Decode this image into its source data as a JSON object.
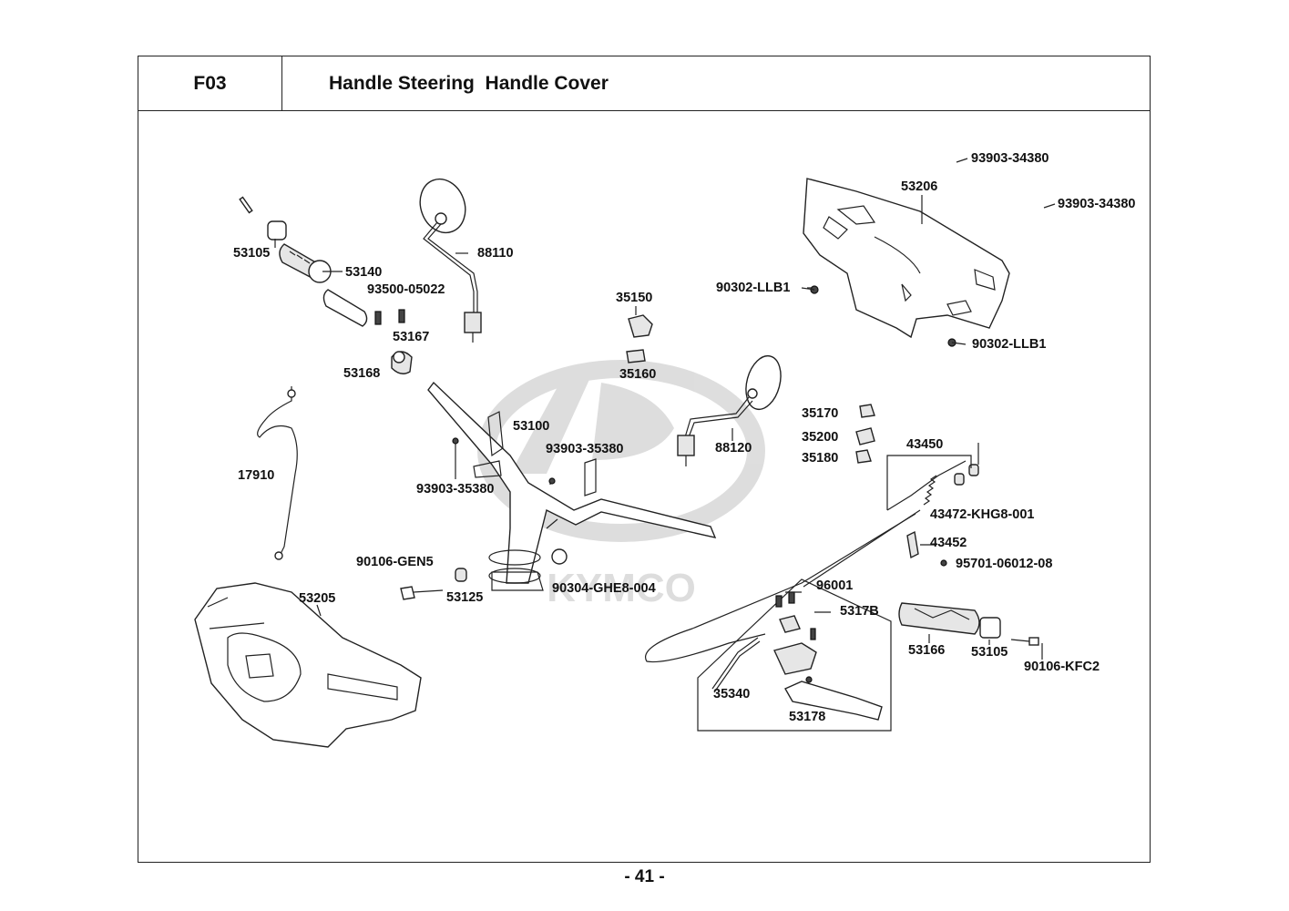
{
  "header": {
    "code": "F03",
    "title": "Handle Steering  Handle Cover"
  },
  "watermark": "KYMCO",
  "page_number": "- 41 -",
  "parts": [
    {
      "id": "p-93903-34380-a",
      "label": "93903-34380"
    },
    {
      "id": "p-53206",
      "label": "53206"
    },
    {
      "id": "p-93903-34380-b",
      "label": "93903-34380"
    },
    {
      "id": "p-88110",
      "label": "88110"
    },
    {
      "id": "p-53105-a",
      "label": "53105"
    },
    {
      "id": "p-53140",
      "label": "53140"
    },
    {
      "id": "p-93500-05022",
      "label": "93500-05022"
    },
    {
      "id": "p-35150",
      "label": "35150"
    },
    {
      "id": "p-90302-llb1-a",
      "label": "90302-LLB1"
    },
    {
      "id": "p-53167",
      "label": "53167"
    },
    {
      "id": "p-90302-llb1-b",
      "label": "90302-LLB1"
    },
    {
      "id": "p-53168",
      "label": "53168"
    },
    {
      "id": "p-35160",
      "label": "35160"
    },
    {
      "id": "p-35170",
      "label": "35170"
    },
    {
      "id": "p-53100",
      "label": "53100"
    },
    {
      "id": "p-35200",
      "label": "35200"
    },
    {
      "id": "p-43450",
      "label": "43450"
    },
    {
      "id": "p-88120",
      "label": "88120"
    },
    {
      "id": "p-93903-35380-a",
      "label": "93903-35380"
    },
    {
      "id": "p-35180",
      "label": "35180"
    },
    {
      "id": "p-17910",
      "label": "17910"
    },
    {
      "id": "p-93903-35380-b",
      "label": "93903-35380"
    },
    {
      "id": "p-43472-khg8-001",
      "label": "43472-KHG8-001"
    },
    {
      "id": "p-43452",
      "label": "43452"
    },
    {
      "id": "p-90106-gen5",
      "label": "90106-GEN5"
    },
    {
      "id": "p-95701-06012-08",
      "label": "95701-06012-08"
    },
    {
      "id": "p-96001",
      "label": "96001"
    },
    {
      "id": "p-90304-ghe8-004",
      "label": "90304-GHE8-004"
    },
    {
      "id": "p-53125",
      "label": "53125"
    },
    {
      "id": "p-53205",
      "label": "53205"
    },
    {
      "id": "p-5317b",
      "label": "5317B"
    },
    {
      "id": "p-53166",
      "label": "53166"
    },
    {
      "id": "p-53105-b",
      "label": "53105"
    },
    {
      "id": "p-90106-kfc2",
      "label": "90106-KFC2"
    },
    {
      "id": "p-35340",
      "label": "35340"
    },
    {
      "id": "p-53178",
      "label": "53178"
    }
  ]
}
